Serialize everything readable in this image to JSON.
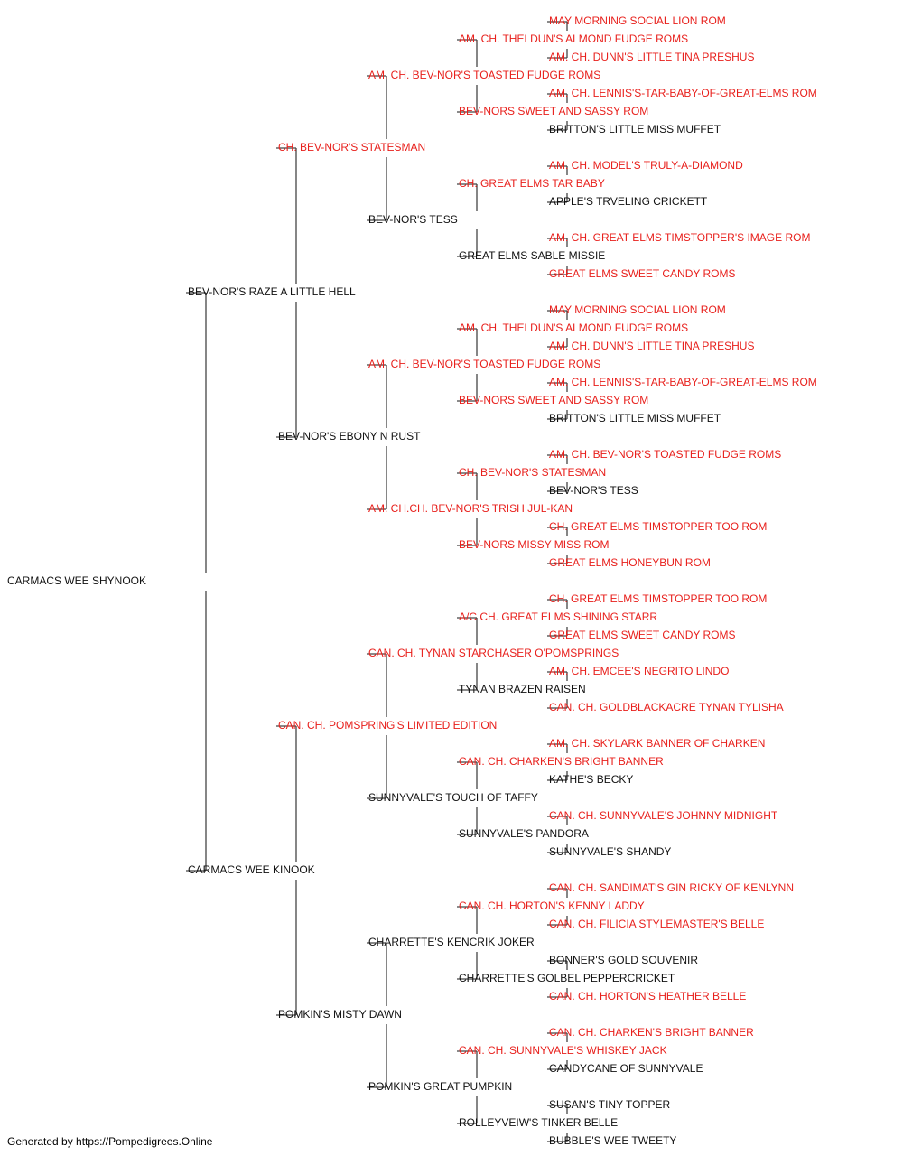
{
  "colors": {
    "champion": "#e8201c",
    "regular": "#111111",
    "line": "#444444"
  },
  "footer": "Generated by https://Pompedigrees.Online",
  "pedigree": {
    "name": "CARMACS WEE SHYNOOK",
    "champion": false,
    "sire": {
      "name": "BEV-NOR'S RAZE A LITTLE HELL",
      "champion": false,
      "sire": {
        "name": "CH. BEV-NOR'S STATESMAN",
        "champion": true,
        "sire": {
          "name": "AM. CH. BEV-NOR'S TOASTED FUDGE ROMS",
          "champion": true,
          "sire": {
            "name": "AM. CH. THELDUN'S ALMOND FUDGE ROMS",
            "champion": true,
            "sire": {
              "name": "MAY MORNING SOCIAL LION ROM",
              "champion": true
            },
            "dam": {
              "name": "AM. CH. DUNN'S LITTLE TINA PRESHUS",
              "champion": true
            }
          },
          "dam": {
            "name": "BEV-NORS SWEET AND SASSY ROM",
            "champion": true,
            "sire": {
              "name": "AM. CH. LENNIS'S-TAR-BABY-OF-GREAT-ELMS ROM",
              "champion": true
            },
            "dam": {
              "name": "BRITTON'S LITTLE MISS MUFFET",
              "champion": false
            }
          }
        },
        "dam": {
          "name": "BEV-NOR'S TESS",
          "champion": false,
          "sire": {
            "name": "CH. GREAT ELMS TAR BABY",
            "champion": true,
            "sire": {
              "name": "AM. CH. MODEL'S TRULY-A-DIAMOND",
              "champion": true
            },
            "dam": {
              "name": "APPLE'S TRVELING CRICKETT",
              "champion": false
            }
          },
          "dam": {
            "name": "GREAT ELMS SABLE MISSIE",
            "champion": false,
            "sire": {
              "name": "AM. CH. GREAT ELMS TIMSTOPPER'S IMAGE ROM",
              "champion": true
            },
            "dam": {
              "name": "GREAT ELMS SWEET CANDY ROMS",
              "champion": true
            }
          }
        }
      },
      "dam": {
        "name": "BEV-NOR'S EBONY N RUST",
        "champion": false,
        "sire": {
          "name": "AM. CH. BEV-NOR'S TOASTED FUDGE ROMS",
          "champion": true,
          "sire": {
            "name": "AM. CH. THELDUN'S ALMOND FUDGE ROMS",
            "champion": true,
            "sire": {
              "name": "MAY MORNING SOCIAL LION ROM",
              "champion": true
            },
            "dam": {
              "name": "AM. CH. DUNN'S LITTLE TINA PRESHUS",
              "champion": true
            }
          },
          "dam": {
            "name": "BEV-NORS SWEET AND SASSY ROM",
            "champion": true,
            "sire": {
              "name": "AM. CH. LENNIS'S-TAR-BABY-OF-GREAT-ELMS ROM",
              "champion": true
            },
            "dam": {
              "name": "BRITTON'S LITTLE MISS MUFFET",
              "champion": false
            }
          }
        },
        "dam": {
          "name": "AM. CH.CH. BEV-NOR'S TRISH JUL-KAN",
          "champion": true,
          "sire": {
            "name": "CH. BEV-NOR'S STATESMAN",
            "champion": true,
            "sire": {
              "name": "AM. CH. BEV-NOR'S TOASTED FUDGE ROMS",
              "champion": true
            },
            "dam": {
              "name": "BEV-NOR'S TESS",
              "champion": false
            }
          },
          "dam": {
            "name": "BEV-NORS MISSY MISS ROM",
            "champion": true,
            "sire": {
              "name": "CH. GREAT ELMS TIMSTOPPER TOO ROM",
              "champion": true
            },
            "dam": {
              "name": "GREAT ELMS HONEYBUN ROM",
              "champion": true
            }
          }
        }
      }
    },
    "dam": {
      "name": "CARMACS WEE KINOOK",
      "champion": false,
      "sire": {
        "name": "CAN. CH. POMSPRING'S LIMITED EDITION",
        "champion": true,
        "sire": {
          "name": "CAN. CH. TYNAN STARCHASER O'POMSPRINGS",
          "champion": true,
          "sire": {
            "name": "A/C CH. GREAT ELMS SHINING STARR",
            "champion": true,
            "sire": {
              "name": "CH. GREAT ELMS TIMSTOPPER TOO ROM",
              "champion": true
            },
            "dam": {
              "name": "GREAT ELMS SWEET CANDY ROMS",
              "champion": true
            }
          },
          "dam": {
            "name": "TYNAN BRAZEN RAISEN",
            "champion": false,
            "sire": {
              "name": "AM. CH. EMCEE'S NEGRITO LINDO",
              "champion": true
            },
            "dam": {
              "name": "CAN. CH. GOLDBLACKACRE TYNAN TYLISHA",
              "champion": true
            }
          }
        },
        "dam": {
          "name": "SUNNYVALE'S TOUCH OF TAFFY",
          "champion": false,
          "sire": {
            "name": "CAN. CH. CHARKEN'S BRIGHT BANNER",
            "champion": true,
            "sire": {
              "name": "AM. CH. SKYLARK BANNER OF CHARKEN",
              "champion": true
            },
            "dam": {
              "name": "KATHE'S BECKY",
              "champion": false
            }
          },
          "dam": {
            "name": "SUNNYVALE'S PANDORA",
            "champion": false,
            "sire": {
              "name": "CAN. CH. SUNNYVALE'S JOHNNY MIDNIGHT",
              "champion": true
            },
            "dam": {
              "name": "SUNNYVALE'S SHANDY",
              "champion": false
            }
          }
        }
      },
      "dam": {
        "name": "POMKIN'S MISTY DAWN",
        "champion": false,
        "sire": {
          "name": "CHARRETTE'S KENCRIK JOKER",
          "champion": false,
          "sire": {
            "name": "CAN. CH. HORTON'S KENNY LADDY",
            "champion": true,
            "sire": {
              "name": "CAN. CH. SANDIMAT'S GIN RICKY OF KENLYNN",
              "champion": true
            },
            "dam": {
              "name": "CAN. CH. FILICIA STYLEMASTER'S BELLE",
              "champion": true
            }
          },
          "dam": {
            "name": "CHARRETTE'S GOLBEL PEPPERCRICKET",
            "champion": false,
            "sire": {
              "name": "BONNER'S GOLD SOUVENIR",
              "champion": false
            },
            "dam": {
              "name": "CAN. CH. HORTON'S HEATHER BELLE",
              "champion": true
            }
          }
        },
        "dam": {
          "name": "POMKIN'S GREAT PUMPKIN",
          "champion": false,
          "sire": {
            "name": "CAN. CH. SUNNYVALE'S WHISKEY JACK",
            "champion": true,
            "sire": {
              "name": "CAN. CH. CHARKEN'S BRIGHT BANNER",
              "champion": true
            },
            "dam": {
              "name": "CANDYCANE OF SUNNYVALE",
              "champion": false
            }
          },
          "dam": {
            "name": "ROLLEYVEIW'S TINKER BELLE",
            "champion": false,
            "sire": {
              "name": "SUSAN'S TINY TOPPER",
              "champion": false
            },
            "dam": {
              "name": "BUBBLE'S WEE TWEETY",
              "champion": false
            }
          }
        }
      }
    }
  }
}
